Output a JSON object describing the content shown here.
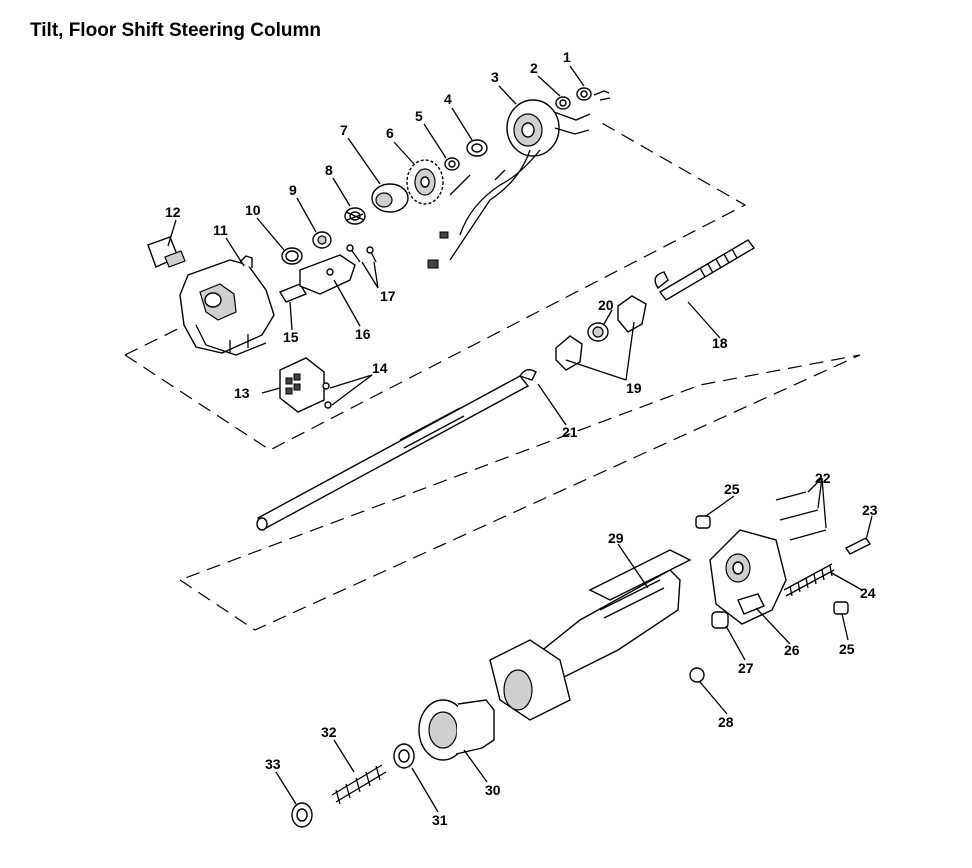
{
  "title": "Tilt, Floor Shift Steering Column",
  "callouts": [
    "1",
    "2",
    "3",
    "4",
    "5",
    "6",
    "7",
    "8",
    "9",
    "10",
    "11",
    "12",
    "13",
    "14",
    "15",
    "16",
    "17",
    "18",
    "19",
    "20",
    "21",
    "22",
    "23",
    "24",
    "25",
    "25",
    "26",
    "27",
    "28",
    "29",
    "30",
    "31",
    "32",
    "33"
  ]
}
